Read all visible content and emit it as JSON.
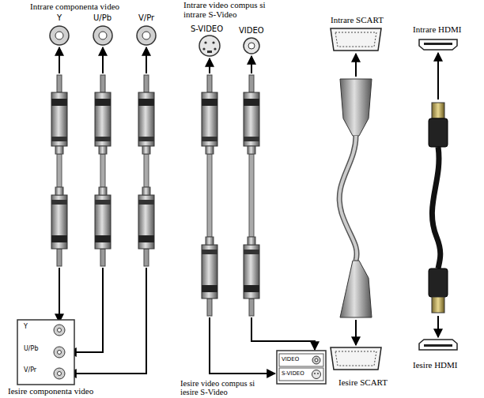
{
  "diagram": {
    "nodes": [
      {
        "text": [
          "Y",
          "U/Pb",
          "V/Pr"
        ]
      },
      {
        "text": [
          "VIDEO",
          "S-VIDEO"
        ]
      }
    ],
    "labels": [
      "Intrare componenta video",
      "Y",
      "U/Pb",
      "V/Pr",
      "Intrare video compus si intrare S-Video",
      "S-VIDEO",
      "VIDEO",
      "Intrare SCART",
      "Intrare HDMI",
      "Iesire componenta video",
      "Iesire video compus si iesire S-Video",
      "Iesire SCART",
      "Iesire HDMI"
    ]
  }
}
